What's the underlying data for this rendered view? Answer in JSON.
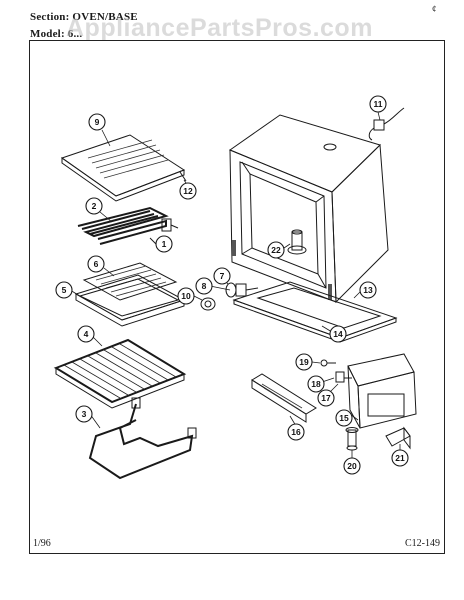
{
  "header": {
    "section": "Section:  OVEN/BASE",
    "model": "Model: 6..."
  },
  "watermark": "AppliancePartsPros.com",
  "corner_mark": "¢",
  "footer": {
    "date": "1/96",
    "code": "C12-149"
  },
  "callouts": [
    {
      "id": "1",
      "label": "1"
    },
    {
      "id": "2",
      "label": "2"
    },
    {
      "id": "3",
      "label": "3"
    },
    {
      "id": "4",
      "label": "4"
    },
    {
      "id": "5",
      "label": "5"
    },
    {
      "id": "6",
      "label": "6"
    },
    {
      "id": "7",
      "label": "7"
    },
    {
      "id": "8",
      "label": "8"
    },
    {
      "id": "9",
      "label": "9"
    },
    {
      "id": "10",
      "label": "10"
    },
    {
      "id": "11",
      "label": "11"
    },
    {
      "id": "12",
      "label": "12"
    },
    {
      "id": "13",
      "label": "13"
    },
    {
      "id": "14",
      "label": "14"
    },
    {
      "id": "15",
      "label": "15"
    },
    {
      "id": "16",
      "label": "16"
    },
    {
      "id": "17",
      "label": "17"
    },
    {
      "id": "18",
      "label": "18"
    },
    {
      "id": "19",
      "label": "19"
    },
    {
      "id": "20",
      "label": "20"
    },
    {
      "id": "21",
      "label": "21"
    },
    {
      "id": "22",
      "label": "22"
    }
  ]
}
